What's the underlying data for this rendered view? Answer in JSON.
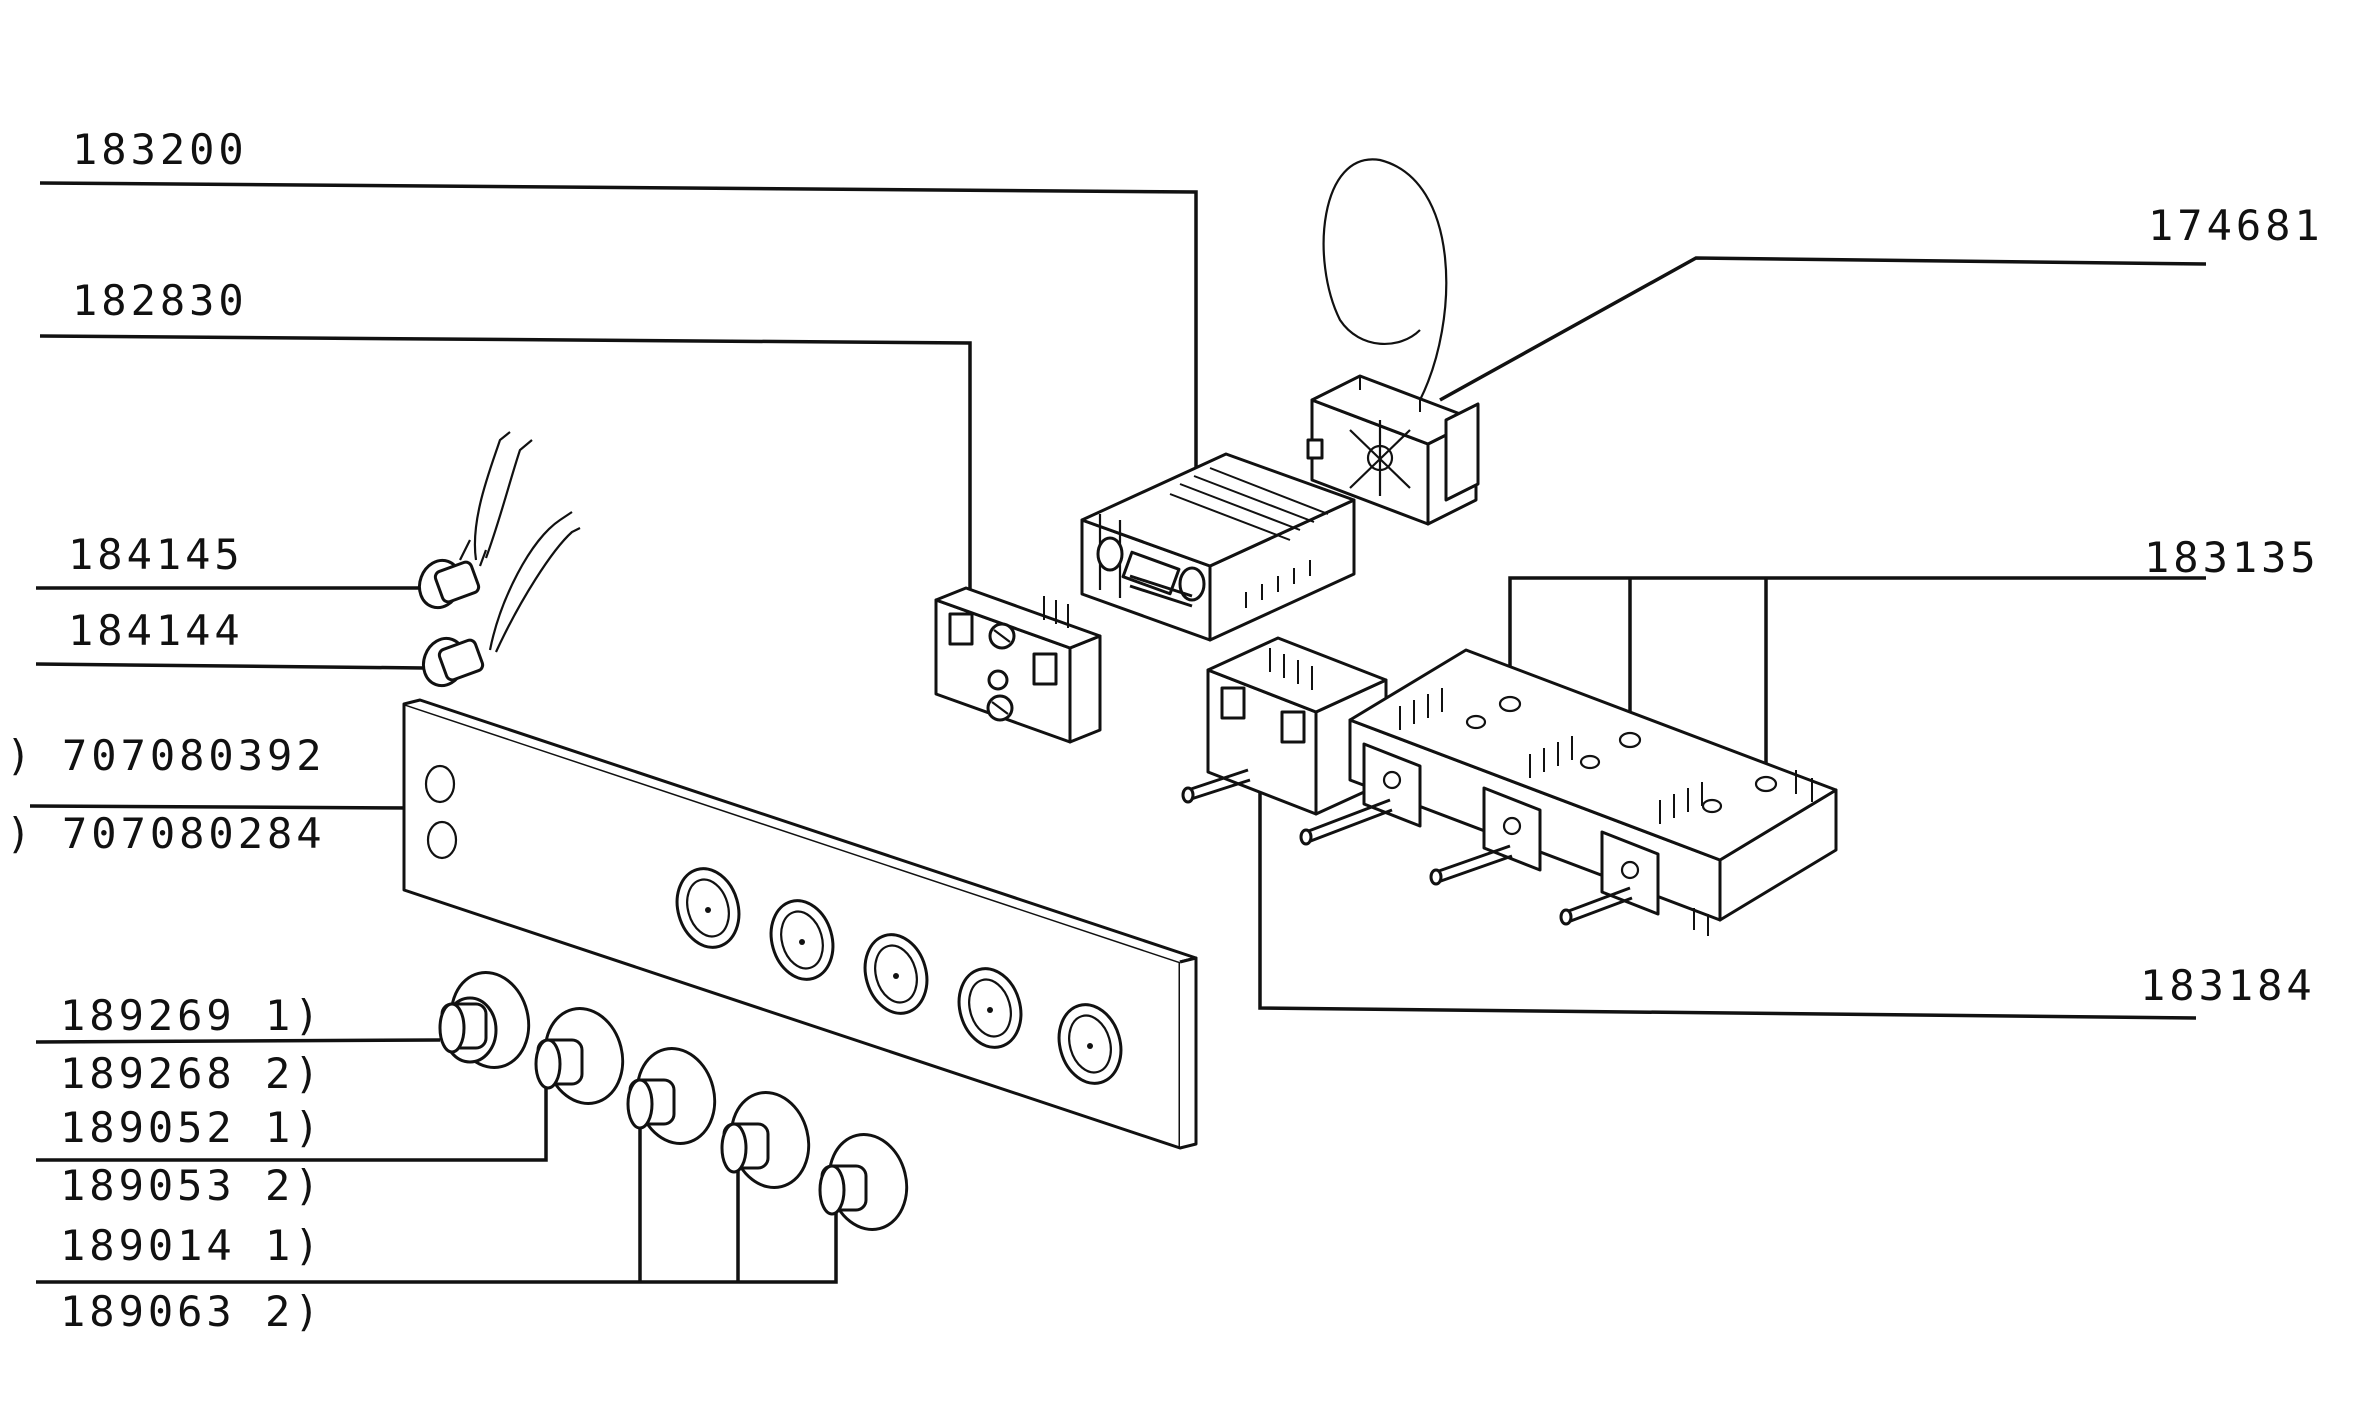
{
  "labels": {
    "p183200": "183200",
    "p182830": "182830",
    "p184145": "184145",
    "p184144": "184144",
    "p707080392": "707080392",
    "p707080284": "707080284",
    "p189269": "189269 1)",
    "p189268": "189268 2)",
    "p189052": "189052 1)",
    "p189053": "189053 2)",
    "p189014": "189014 1)",
    "p189063": "189063 2)",
    "p174681": "174681",
    "p183135": "183135",
    "p183184": "183184",
    "mark1": ")",
    "mark2": ")"
  }
}
